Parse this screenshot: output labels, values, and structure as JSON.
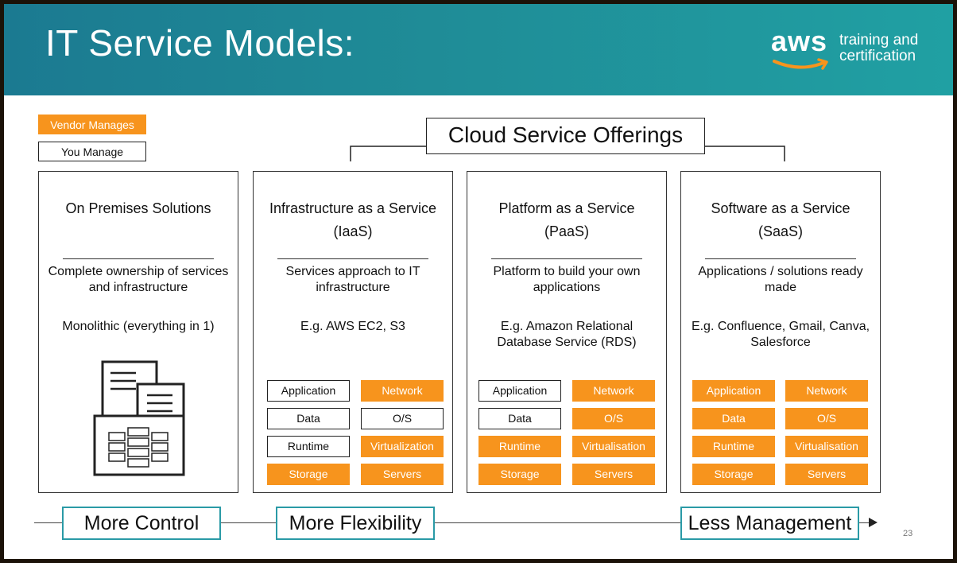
{
  "header": {
    "title": "IT Service Models:"
  },
  "logo": {
    "word": "aws",
    "tagline_line1": "training and",
    "tagline_line2": "certification"
  },
  "legend": {
    "vendor": "Vendor Manages",
    "you": "You Manage"
  },
  "cloud_offerings_label": "Cloud Service Offerings",
  "colors": {
    "vendor": "#f7941d",
    "teal": "#2a9aa6",
    "header": "#1b7a91"
  },
  "panels": [
    {
      "title_line1": "On Premises Solutions",
      "title_line2": "",
      "desc_line1": "Complete ownership of services",
      "desc_line2": "and infrastructure",
      "example_line1": "Monolithic (everything in 1)",
      "example_line2": ""
    },
    {
      "title_line1": "Infrastructure as a Service",
      "title_line2": "(IaaS)",
      "desc_line1": "Services approach to IT",
      "desc_line2": "infrastructure",
      "example_line1": "E.g. AWS EC2, S3",
      "example_line2": "",
      "boxes": [
        {
          "label": "Application",
          "managed_by": "you"
        },
        {
          "label": "Network",
          "managed_by": "vendor"
        },
        {
          "label": "Data",
          "managed_by": "you"
        },
        {
          "label": "O/S",
          "managed_by": "you"
        },
        {
          "label": "Runtime",
          "managed_by": "you"
        },
        {
          "label": "Virtualization",
          "managed_by": "vendor"
        },
        {
          "label": "Storage",
          "managed_by": "vendor"
        },
        {
          "label": "Servers",
          "managed_by": "vendor"
        }
      ]
    },
    {
      "title_line1": "Platform as a Service",
      "title_line2": "(PaaS)",
      "desc_line1": "Platform to build your own",
      "desc_line2": "applications",
      "example_line1": "E.g. Amazon Relational",
      "example_line2": "Database Service (RDS)",
      "boxes": [
        {
          "label": "Application",
          "managed_by": "you"
        },
        {
          "label": "Network",
          "managed_by": "vendor"
        },
        {
          "label": "Data",
          "managed_by": "you"
        },
        {
          "label": "O/S",
          "managed_by": "vendor"
        },
        {
          "label": "Runtime",
          "managed_by": "vendor"
        },
        {
          "label": "Virtualisation",
          "managed_by": "vendor"
        },
        {
          "label": "Storage",
          "managed_by": "vendor"
        },
        {
          "label": "Servers",
          "managed_by": "vendor"
        }
      ]
    },
    {
      "title_line1": "Software as a Service",
      "title_line2": "(SaaS)",
      "desc_line1": "Applications / solutions ready",
      "desc_line2": "made",
      "example_line1": "E.g. Confluence, Gmail, Canva,",
      "example_line2": "Salesforce",
      "boxes": [
        {
          "label": "Application",
          "managed_by": "vendor"
        },
        {
          "label": "Network",
          "managed_by": "vendor"
        },
        {
          "label": "Data",
          "managed_by": "vendor"
        },
        {
          "label": "O/S",
          "managed_by": "vendor"
        },
        {
          "label": "Runtime",
          "managed_by": "vendor"
        },
        {
          "label": "Virtualisation",
          "managed_by": "vendor"
        },
        {
          "label": "Storage",
          "managed_by": "vendor"
        },
        {
          "label": "Servers",
          "managed_by": "vendor"
        }
      ]
    }
  ],
  "scale": {
    "left": "More Control",
    "middle": "More Flexibility",
    "right": "Less Management"
  },
  "page_number": "23"
}
